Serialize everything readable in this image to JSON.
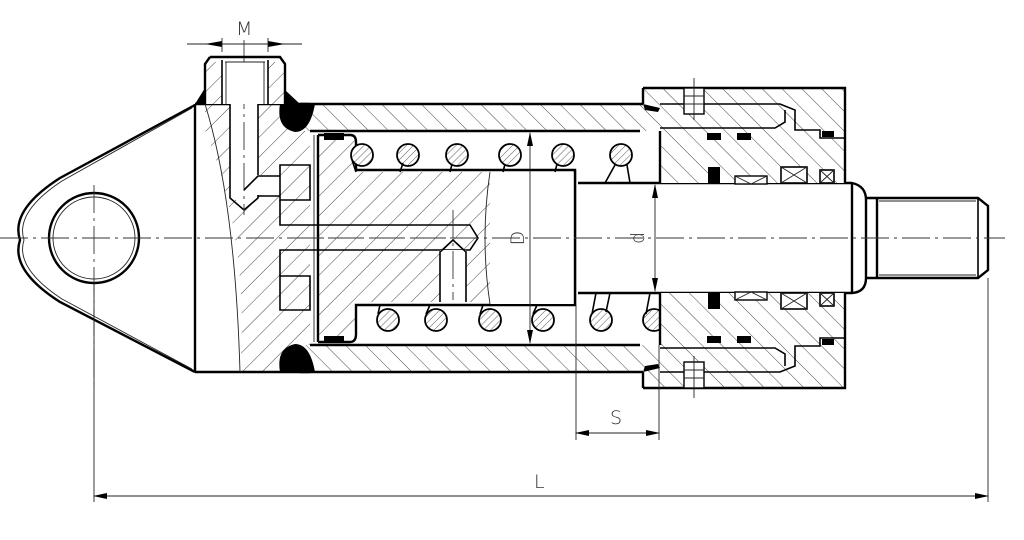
{
  "drawing": {
    "type": "sectional engineering drawing",
    "subject": "spring-return cylinder with clevis eye mount",
    "colors": {
      "line": "#000000",
      "background": "#ffffff",
      "label": "#333333"
    }
  },
  "dimensions": {
    "M": {
      "label": "M",
      "meaning": "port thread"
    },
    "D": {
      "label": "D",
      "meaning": "piston / bore diameter"
    },
    "d": {
      "label": "d",
      "meaning": "rod diameter"
    },
    "S": {
      "label": "S",
      "meaning": "stroke"
    },
    "L": {
      "label": "L",
      "meaning": "overall length"
    }
  },
  "parts": [
    {
      "name": "clevis-eye",
      "description": "mounting eye with bore"
    },
    {
      "name": "end-cap",
      "description": "hatched rear cap with port"
    },
    {
      "name": "port",
      "description": "threaded port fitting on top"
    },
    {
      "name": "cylinder-tube",
      "description": "hatched barrel"
    },
    {
      "name": "piston",
      "description": "hatched piston with seal grooves"
    },
    {
      "name": "return-spring",
      "description": "coil spring around rod"
    },
    {
      "name": "piston-rod",
      "description": "rod with threaded end"
    },
    {
      "name": "gland",
      "description": "front head with rod seals and wipers"
    },
    {
      "name": "weld-seams",
      "description": "solid fillet welds"
    }
  ]
}
